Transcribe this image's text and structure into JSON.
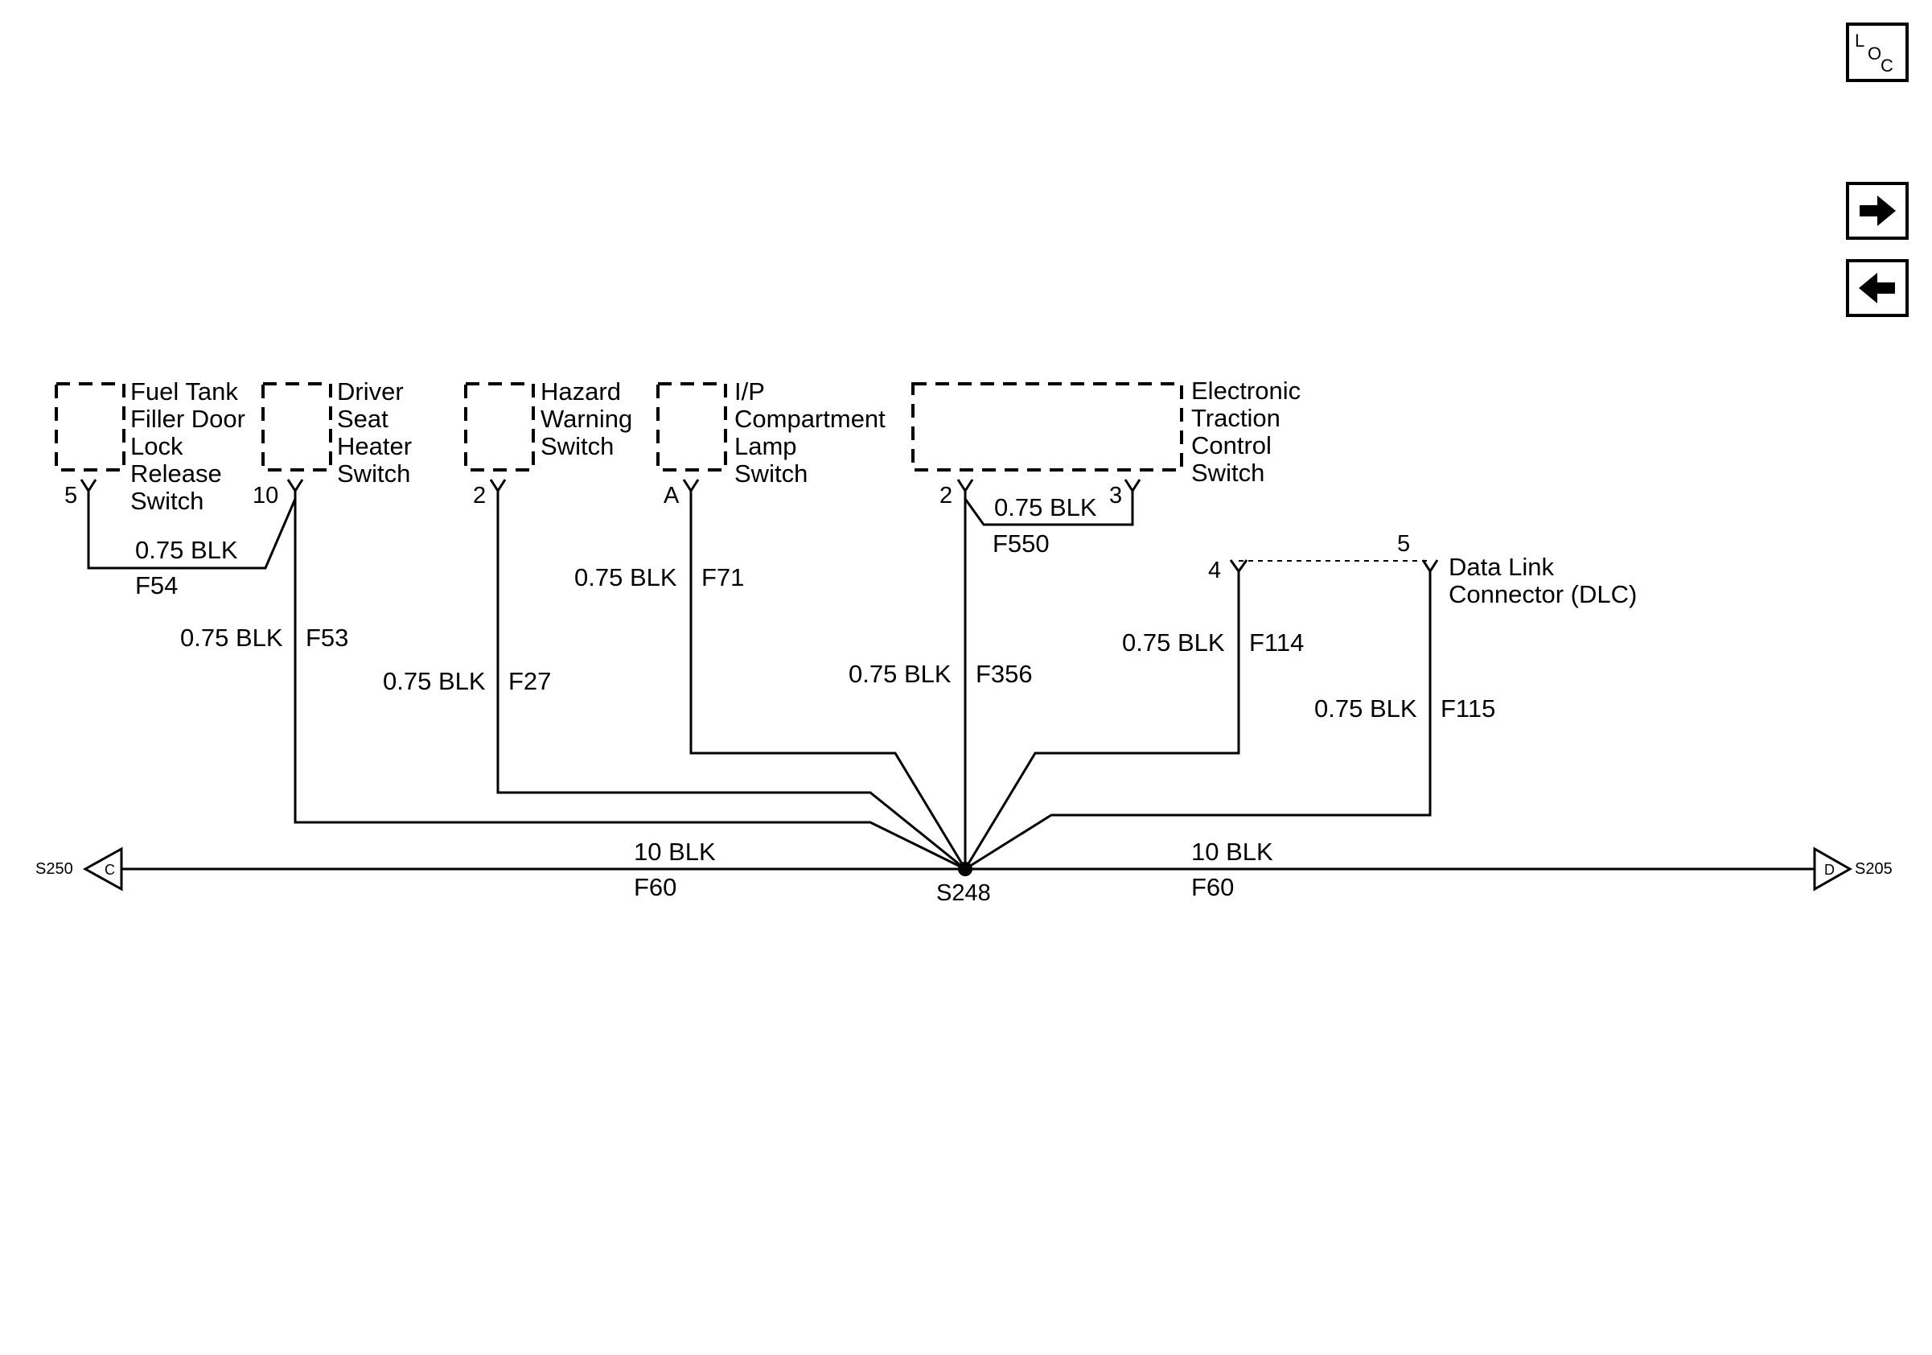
{
  "nav": {
    "loc_button": {
      "top": "L",
      "middle": "O",
      "bottom": "C"
    },
    "forward_icon": "right-arrow-icon",
    "back_icon": "left-arrow-icon"
  },
  "components": [
    {
      "id": "fuel_tank",
      "lines": [
        "Fuel Tank",
        "Filler Door",
        "Lock",
        "Release",
        "Switch"
      ]
    },
    {
      "id": "driver_seat",
      "lines": [
        "Driver",
        "Seat",
        "Heater",
        "Switch"
      ]
    },
    {
      "id": "hazard",
      "lines": [
        "Hazard",
        "Warning",
        "Switch"
      ]
    },
    {
      "id": "ip_lamp",
      "lines": [
        "I/P",
        "Compartment",
        "Lamp",
        "Switch"
      ]
    },
    {
      "id": "etc",
      "lines": [
        "Electronic",
        "Traction",
        "Control",
        "Switch"
      ]
    },
    {
      "id": "dlc",
      "lines": [
        "Data Link",
        "Connector (DLC)"
      ]
    }
  ],
  "pins": {
    "fuel_tank": "5",
    "driver_seat": "10",
    "hazard": "2",
    "ip_lamp": "A",
    "etc_left": "2",
    "etc_right": "3",
    "dlc_left": "4",
    "dlc_right": "5"
  },
  "wires": {
    "f54": {
      "gauge": "0.75 BLK",
      "circuit": "F54"
    },
    "f53": {
      "gauge": "0.75 BLK",
      "circuit": "F53"
    },
    "f27": {
      "gauge": "0.75 BLK",
      "circuit": "F27"
    },
    "f71": {
      "gauge": "0.75 BLK",
      "circuit": "F71"
    },
    "f550": {
      "gauge": "0.75 BLK",
      "circuit": "F550"
    },
    "f356": {
      "gauge": "0.75 BLK",
      "circuit": "F356"
    },
    "f114": {
      "gauge": "0.75 BLK",
      "circuit": "F114"
    },
    "f115": {
      "gauge": "0.75 BLK",
      "circuit": "F115"
    },
    "f60_left": {
      "gauge": "10 BLK",
      "circuit": "F60"
    },
    "f60_right": {
      "gauge": "10 BLK",
      "circuit": "F60"
    }
  },
  "splice": "S248",
  "connectors": {
    "left": {
      "label": "S250",
      "letter": "C"
    },
    "right": {
      "label": "S205",
      "letter": "D"
    }
  }
}
